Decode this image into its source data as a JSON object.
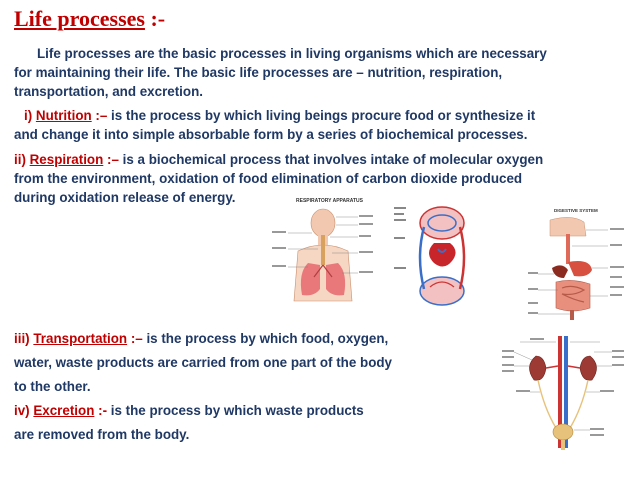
{
  "title": {
    "main": "Life processes",
    "suffix": " :-"
  },
  "intro": {
    "line1": "Life processes are the basic processes in living organisms which are necessary",
    "line2": "for maintaining their life. The basic life processes are – nutrition, respiration,",
    "line3": "transportation, and excretion."
  },
  "nutrition": {
    "num": "i) ",
    "term": "Nutrition",
    "sep": " :–",
    "line1": " is the process by which living beings procure food or synthesize it",
    "line2": "and change it into simple absorbable form by a series of biochemical processes."
  },
  "respiration": {
    "num": "ii) ",
    "term": "Respiration",
    "sep": " :–",
    "line1": " is a biochemical process that involves intake of molecular oxygen",
    "line2": "from the environment, oxidation of food elimination of carbon dioxide produced",
    "line3": "during oxidation release of energy."
  },
  "transportation": {
    "num": "iii) ",
    "term": "Transportation",
    "sep": " :–",
    "line1": " is the process by which food, oxygen,",
    "line2": "water, waste products are carried from one part of the body",
    "line3": " to the other."
  },
  "excretion": {
    "num": "iv) ",
    "term": "Excretion",
    "sep": " :-",
    "line1": " is the process by which waste products",
    "line2": "are removed from the body."
  },
  "figures": {
    "respiratory_title": "RESPIRATORY APPARATUS",
    "digestive_title": "DIGESTIVE SYSTEM"
  },
  "colors": {
    "heading": "#c00000",
    "body": "#1f3864"
  }
}
